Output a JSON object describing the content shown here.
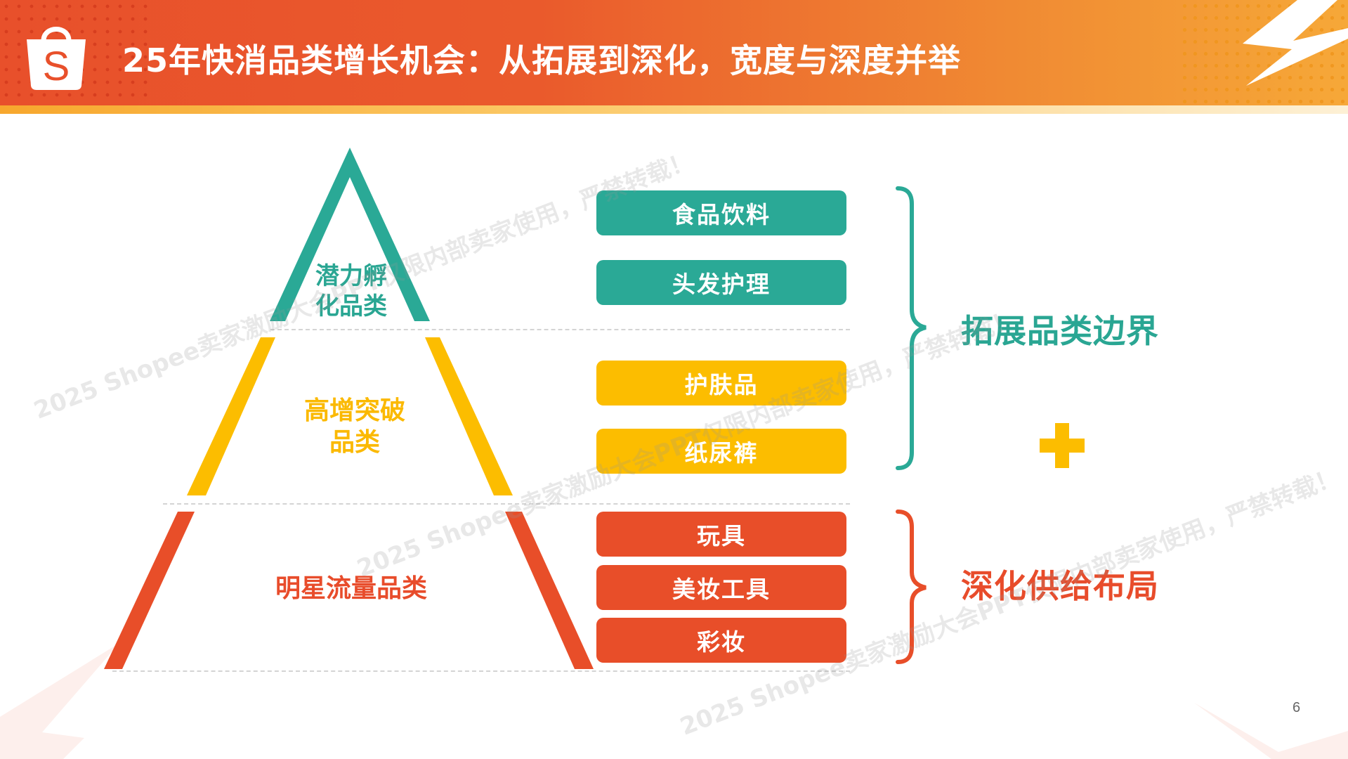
{
  "slide": {
    "title": "25年快消品类增长机会：从拓展到深化，宽度与深度并举",
    "page_number": "6",
    "brand_logo": "shopee-bag-logo",
    "logo_letter": "S"
  },
  "colors": {
    "header_start": "#e8502b",
    "header_end": "#f6a838",
    "teal": "#2aa996",
    "yellow": "#fcbd00",
    "red": "#e84e29",
    "divider": "#d4d4d4"
  },
  "pyramid": {
    "tiers": [
      {
        "label_line1": "潜力孵",
        "label_line2": "化品类",
        "color": "#2aa996",
        "level": "top"
      },
      {
        "label_line1": "高增突破",
        "label_line2": "品类",
        "color": "#fcbd00",
        "level": "middle"
      },
      {
        "label_line1": "明星流量品类",
        "label_line2": "",
        "color": "#e84e29",
        "level": "bottom"
      }
    ]
  },
  "categories": [
    {
      "label": "食品饮料",
      "tier": "top"
    },
    {
      "label": "头发护理",
      "tier": "top"
    },
    {
      "label": "护肤品",
      "tier": "middle"
    },
    {
      "label": "纸尿裤",
      "tier": "middle"
    },
    {
      "label": "玩具",
      "tier": "bottom"
    },
    {
      "label": "美妆工具",
      "tier": "bottom"
    },
    {
      "label": "彩妆",
      "tier": "bottom"
    }
  ],
  "strategies": {
    "expand": "拓展品类边界",
    "deepen": "深化供给布局",
    "connector": "+"
  },
  "watermark": "2025 Shopee卖家激励大会PPT仅限内部卖家使用，严禁转载！"
}
